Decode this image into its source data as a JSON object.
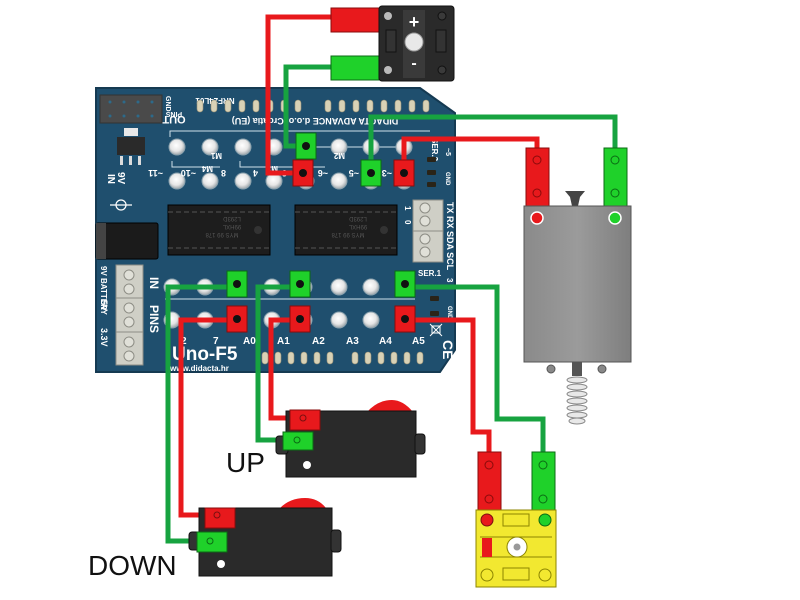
{
  "diagram": {
    "title": "Wiring diagram: Uno-F5 shield with motor, limit switches and buttons",
    "board": {
      "name": "Uno-F5",
      "website": "www.didacta.hr",
      "manufacturer_text": "DIDACTA ADVANCE d.o.o. Croatia (EU)",
      "module_label": "NRF24L01",
      "gnd_label": "GND",
      "out_pins_label": [
        "OUT",
        "PINS"
      ],
      "in_pins_label": [
        "IN",
        "PINS"
      ],
      "power_input_label": [
        "9V",
        "IN"
      ],
      "battery_labels": [
        "9V BATTERY",
        "5V",
        "3.3V"
      ],
      "ser2_label": "SER.2",
      "ser1_label": "SER.1",
      "serial_labels": [
        "SCL",
        "SDA",
        "RX",
        "TX"
      ],
      "serial_pin_numbers": [
        "1",
        "0",
        "3"
      ],
      "ser2_pins": [
        "~5",
        "GND"
      ],
      "ser1_pins": [
        "GND"
      ],
      "motor_labels": [
        "M1",
        "M2",
        "M3",
        "M4"
      ],
      "out_pin_numbers": [
        "~11",
        "~10",
        "8",
        "4",
        "~9",
        "~6",
        "~5",
        "~3"
      ],
      "in_pin_numbers": [
        "2",
        "7",
        "A0",
        "A1",
        "A2",
        "A3",
        "A4",
        "A5"
      ],
      "chips": [
        {
          "lines": [
            "L293D",
            "99HXL",
            "MYS 99 178"
          ]
        },
        {
          "lines": [
            "L293D",
            "99HXL",
            "MYS 99 178"
          ]
        }
      ],
      "ce_mark": "CE",
      "colors": {
        "board": "#1f4f6e",
        "board_edge": "#173f59",
        "silk": "#ffffff"
      }
    },
    "components": [
      {
        "name": "power-switch",
        "symbols": [
          "+",
          "-"
        ]
      },
      {
        "name": "dc-motor"
      },
      {
        "name": "limit-switch"
      },
      {
        "name": "button-up",
        "label": "UP"
      },
      {
        "name": "button-down",
        "label": "DOWN"
      }
    ],
    "wires": {
      "colors": {
        "red": "#e8191c",
        "green": "#17a340",
        "connector_red": "#e8191c",
        "connector_green": "#1fd12a"
      }
    },
    "labels": {
      "up": "UP",
      "down": "DOWN"
    }
  }
}
